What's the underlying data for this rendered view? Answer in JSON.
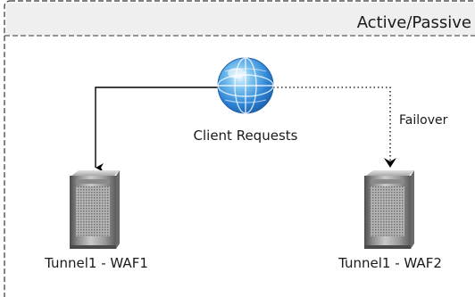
{
  "panel": {
    "title": "Active/Passive"
  },
  "globe": {
    "label": "Client Requests"
  },
  "links": {
    "failover_label": "Failover"
  },
  "servers": [
    {
      "label": "Tunnel1 - WAF1"
    },
    {
      "label": "Tunnel1 - WAF2"
    }
  ],
  "colors": {
    "border": "#333333",
    "header_fill": "#efefef",
    "globe_blue": "#2f86d6",
    "arrow": "#000000",
    "server_dark": "#5a5a5a",
    "server_light": "#d8d8d8"
  },
  "icons": {
    "globe": "globe-icon",
    "server": "server-icon"
  }
}
